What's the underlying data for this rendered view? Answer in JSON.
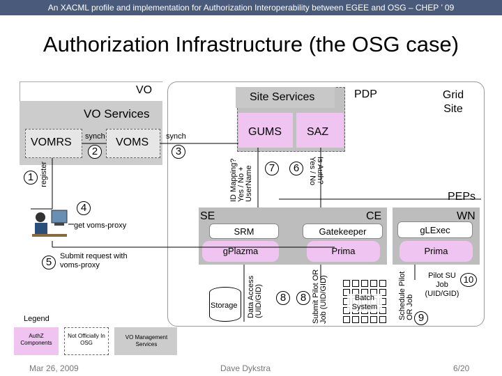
{
  "header": {
    "text": "An XACML profile and implementation for Authorization Interoperability between EGEE and OSG – CHEP ’ 09"
  },
  "title": "Authorization Infrastructure (the OSG case)",
  "vo": {
    "label": "VO",
    "services_label": "VO Services",
    "vomrs": "VOMRS",
    "voms": "VOMS",
    "synch_left": "synch",
    "register": "register"
  },
  "site": {
    "site_services": "Site Services",
    "pdp": "PDP",
    "grid_site": "Grid Site",
    "gums": "GUMS",
    "saz": "SAZ",
    "synch": "synch",
    "id_mapping": "ID Mapping? Yes / No + UserName",
    "is_auth": "Is Auth? Yes / No",
    "peps": "PEPs",
    "se": "SE",
    "ce": "CE",
    "wn": "WN",
    "srm": "SRM",
    "gplazma": "gPlazma",
    "gatekeeper": "Gatekeeper",
    "prima_ce": "Prima",
    "glexec": "gLExec",
    "prima_wn": "Prima",
    "storage": "Storage",
    "data_access": "Data Access (UID/GID)",
    "submit_pilot": "Submit Pilot OR Job (UID/GID)",
    "batch_system": "Batch System",
    "schedule": "Schedule Pilot OR Job",
    "pilot_su": "Pilot SU Job (UID/GID)"
  },
  "user": {
    "get_voms_proxy": "get voms-proxy",
    "submit_request": "Submit request with voms-proxy"
  },
  "steps": [
    "1",
    "2",
    "3",
    "4",
    "5",
    "6",
    "7",
    "8",
    "8",
    "9",
    "10"
  ],
  "legend": {
    "title": "Legend",
    "authz": "AuthZ Components",
    "not_official": "Not Officially In OSG",
    "vo_mgmt": "VO Management Services"
  },
  "footer": {
    "date": "Mar 26, 2009",
    "author": "Dave Dykstra",
    "page": "6/20"
  },
  "colors": {
    "header_bg": "#4a5a7a",
    "vo_gray": "#cccccc",
    "site_gray": "#bdbdbd",
    "authz_pink": "#f0c4f0"
  }
}
